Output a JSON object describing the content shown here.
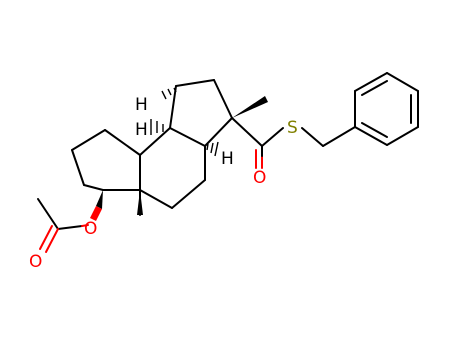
{
  "colors": {
    "bond": "#000000",
    "oxygen": "#ff0000",
    "sulfur": "#808000",
    "background": "#ffffff"
  },
  "atom_labels": {
    "S": "S",
    "O_carbonyl_thioester": "O",
    "O_ester": "O",
    "O_acetyl": "O",
    "H_top_left": "H",
    "H_left": "H",
    "H_right": "H"
  }
}
